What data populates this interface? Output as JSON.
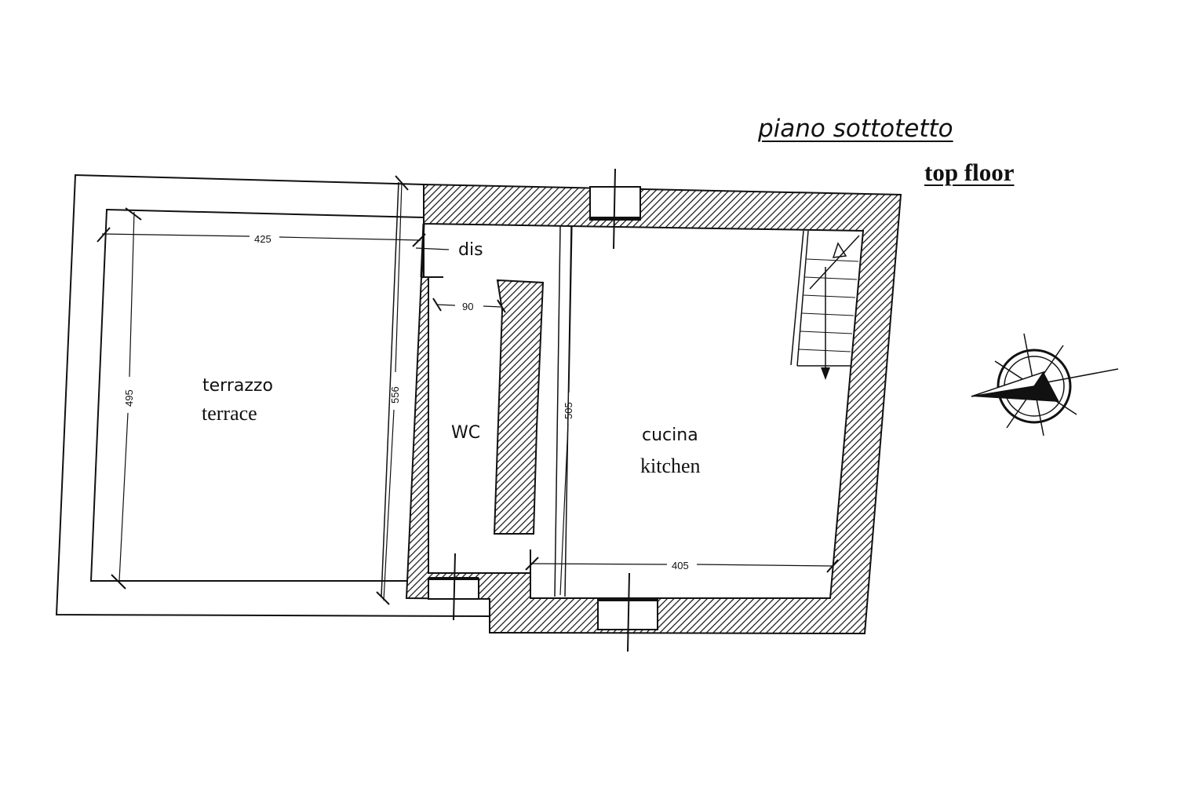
{
  "title": {
    "italian": "piano sottotetto",
    "english": "top floor"
  },
  "rooms": {
    "terrace": {
      "italian": "terrazzo",
      "english": "terrace"
    },
    "landing": {
      "italian": "dis"
    },
    "wc": {
      "italian": "WC"
    },
    "kitchen": {
      "italian": "cucina",
      "english": "kitchen"
    }
  },
  "dimensions": {
    "terrace_width": "425",
    "terrace_depth": "495",
    "overall_depth": "556",
    "wc_width": "90",
    "kitchen_depth": "505",
    "kitchen_width": "405"
  },
  "compass": {
    "icon": "north-arrow-icon"
  }
}
